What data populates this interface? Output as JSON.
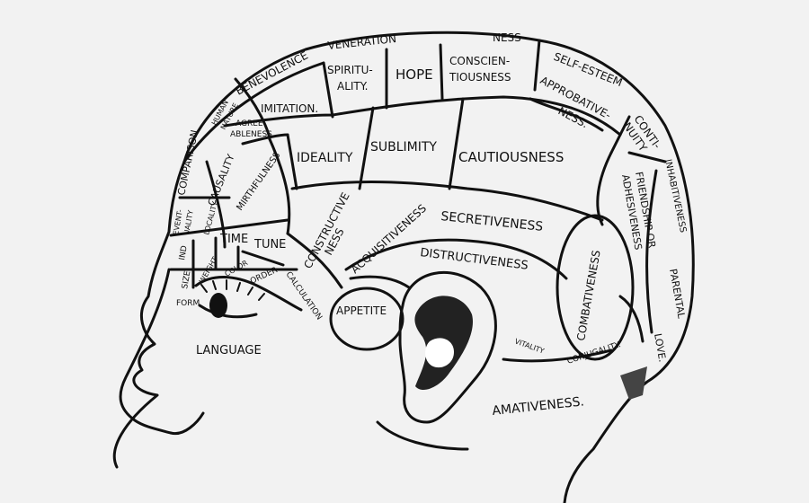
{
  "colors": {
    "background": "#f2f2f2",
    "ink": "#111111",
    "skin": "#ffffff"
  },
  "faculties": {
    "veneration": "VENERATION",
    "firmness_fragment": "NESS",
    "benevolence": "BENEVOLENCE",
    "spirituality_1": "SPIRITU-",
    "spirituality_2": "ALITY.",
    "hope": "HOPE",
    "conscientiousness_1": "CONSCIEN-",
    "conscientiousness_2": "TIOUSNESS",
    "self_esteem": "SELF-ESTEEM",
    "approbativeness_1": "APPROBATIVE-",
    "approbativeness_2": "NESS.",
    "continuity_1": "CONTI-",
    "continuity_2": "NUITY",
    "human_nature_1": "HUMAN",
    "human_nature_2": "NATURE",
    "imitation": "IMITATION.",
    "agreeableness_1": "AGREE-",
    "agreeableness_2": "ABLENESS",
    "comparison": "COMPARISON",
    "causality": "CAUSALITY",
    "mirthfulness": "MIRTHFULNESS",
    "ideality": "IDEALITY",
    "sublimity": "SUBLIMITY",
    "cautiousness": "CAUTIOUSNESS",
    "inhabitiveness": "INHABITIVENESS",
    "friendship_1": "FRIENDSHIP OR",
    "friendship_2": "ADHESIVENESS",
    "eventuality_1": "EVENT-",
    "eventuality_2": "UALITY",
    "locality": "LOCALITY",
    "time": "TIME",
    "tune": "TUNE",
    "constructiveness_1": "CONSTRUCTIVE",
    "constructiveness_2": "NESS",
    "acquisitiveness": "ACQUISITIVENESS",
    "secretiveness": "SECRETIVENESS",
    "destructiveness": "DISTRUCTIVENESS",
    "individuality": "IND",
    "size": "SIZE",
    "weight": "WEIGHT",
    "color": "COLOR",
    "order": "ORDER",
    "calculation": "CALCULATION",
    "form": "FORM",
    "language": "LANGUAGE",
    "appetite": "APPETITE",
    "combativeness": "COMBATIVENESS",
    "parental_love_1": "PARENTAL",
    "parental_love_2": "LOVE.",
    "vitality": "VITALITY",
    "conjugality": "CONJUGALITY.",
    "amativeness": "AMATIVENESS."
  }
}
